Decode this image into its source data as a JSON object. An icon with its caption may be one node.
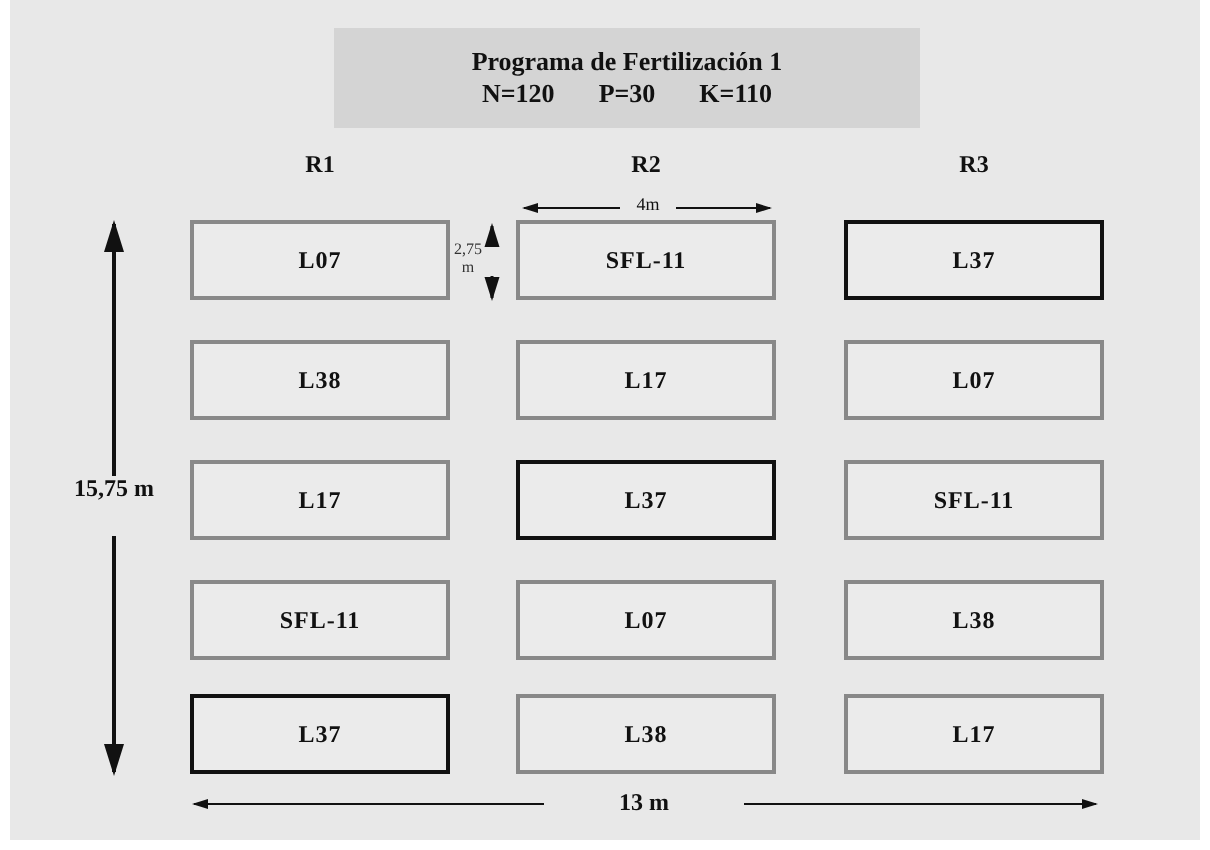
{
  "diagram": {
    "title": "Programa de Fertilización 1",
    "nodes": [
      {
        "text": [
          "L07"
        ]
      },
      {
        "text": [
          "SFL-11"
        ]
      },
      {
        "text": [
          "L37"
        ]
      },
      {
        "text": [
          "L38"
        ]
      },
      {
        "text": [
          "L17"
        ]
      },
      {
        "text": [
          "L07"
        ]
      },
      {
        "text": [
          "L17"
        ]
      },
      {
        "text": [
          "L37"
        ]
      },
      {
        "text": [
          "SFL-11"
        ]
      },
      {
        "text": [
          "SFL-11"
        ]
      },
      {
        "text": [
          "L07"
        ]
      },
      {
        "text": [
          "L38"
        ]
      },
      {
        "text": [
          "L37"
        ]
      },
      {
        "text": [
          "L38"
        ]
      },
      {
        "text": [
          "L17"
        ]
      }
    ],
    "edges": [],
    "labels": [
      "N=120",
      "P=30",
      "K=110",
      "R1",
      "R2",
      "R3",
      "4m",
      "2,75m",
      "15,75 m",
      "13 m"
    ]
  }
}
